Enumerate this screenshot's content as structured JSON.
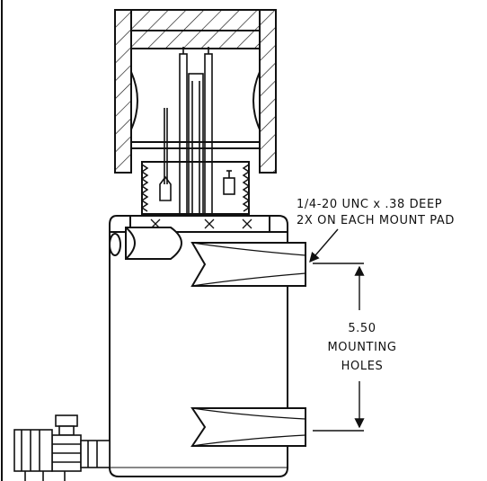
{
  "callout": {
    "line1": "1/4-20 UNC x .38 DEEP",
    "line2": "2X ON EACH MOUNT PAD"
  },
  "dimension": {
    "value": "5.50",
    "label_line1": "MOUNTING",
    "label_line2": "HOLES"
  },
  "colors": {
    "ink": "#111111",
    "paper": "#ffffff"
  }
}
